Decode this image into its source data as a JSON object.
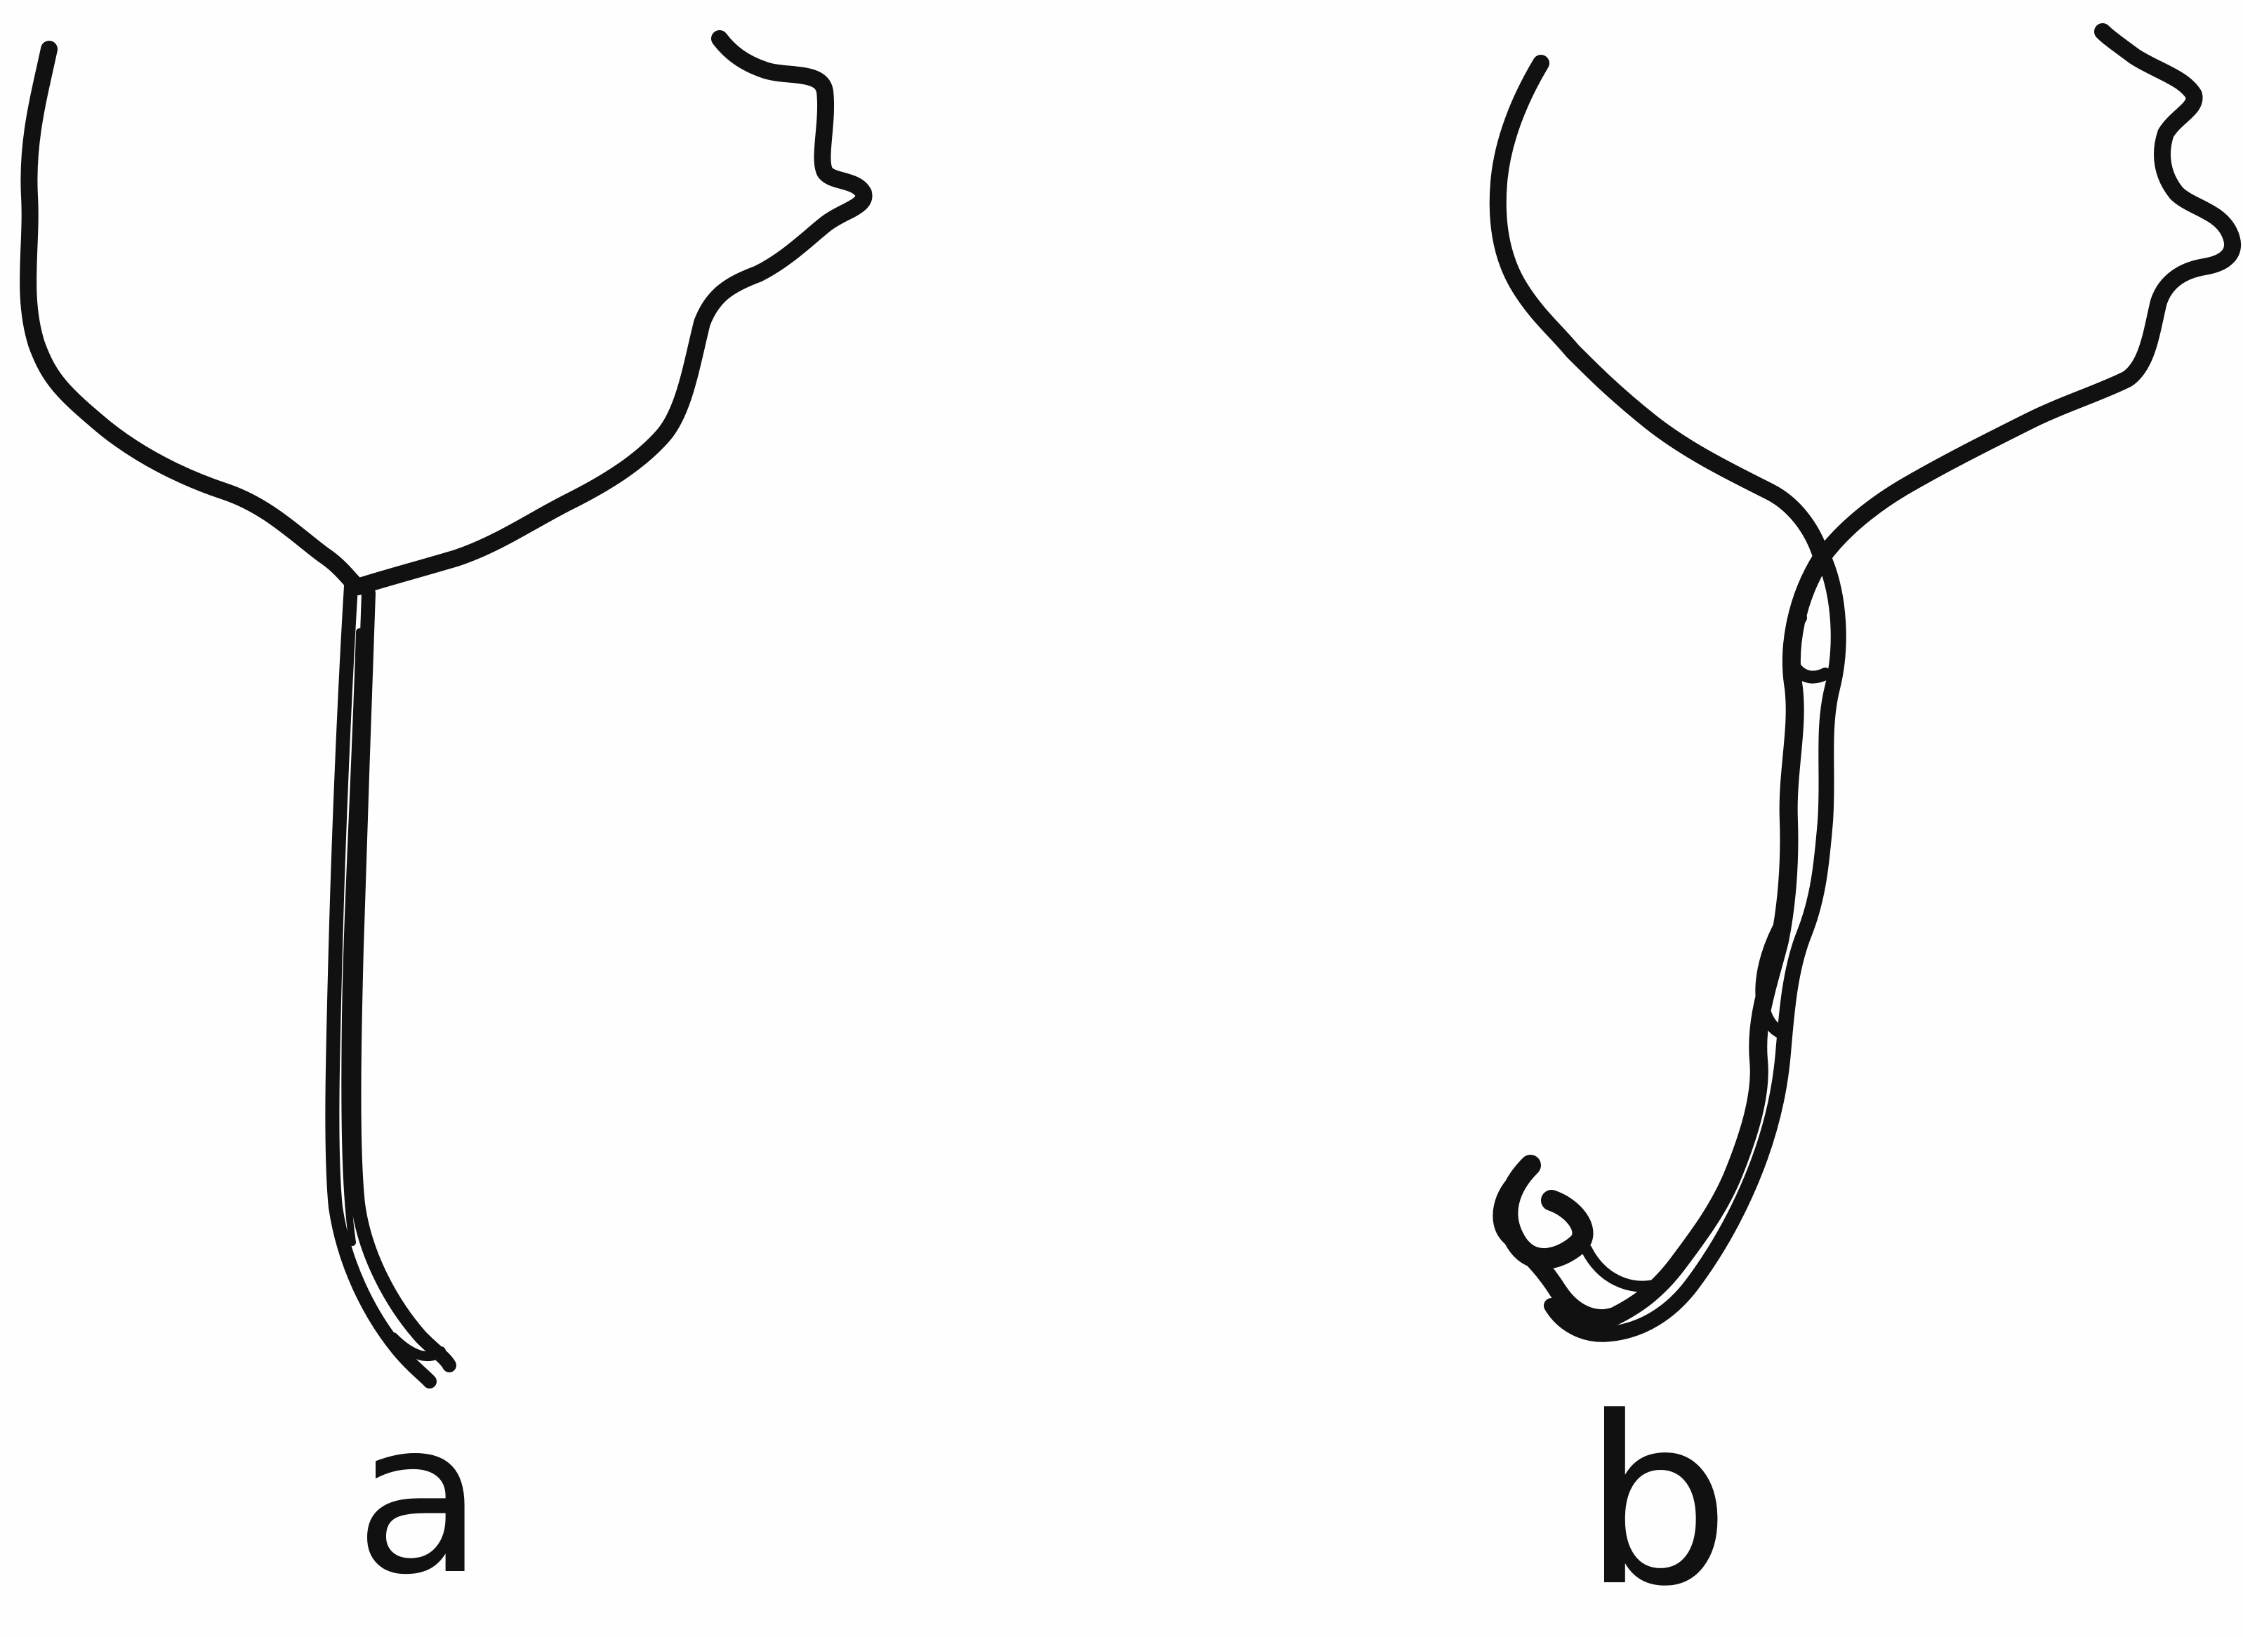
{
  "panels": [
    {
      "id": "a",
      "label": "a"
    },
    {
      "id": "b",
      "label": "b"
    }
  ],
  "colors": {
    "ink": "#111111",
    "paper": "#fefefe"
  }
}
